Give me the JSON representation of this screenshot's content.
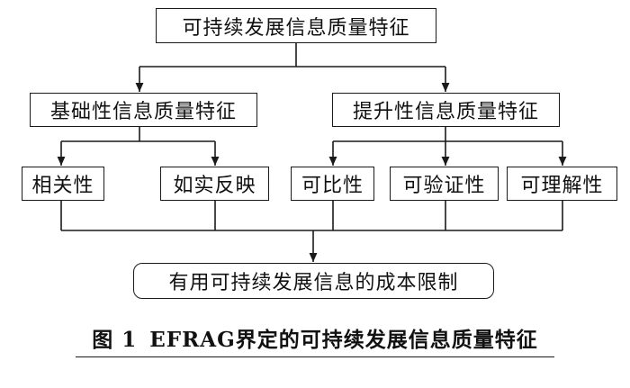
{
  "diagram": {
    "root": "可持续发展信息质量特征",
    "basic": {
      "label": "基础性信息质量特征",
      "children": [
        "相关性",
        "如实反映"
      ]
    },
    "enhancing": {
      "label": "提升性信息质量特征",
      "children": [
        "可比性",
        "可验证性",
        "可理解性"
      ]
    },
    "constraint": "有用可持续发展信息的成本限制"
  },
  "caption": {
    "figure_number": "图 1",
    "text": "EFRAG界定的可持续发展信息质量特征"
  },
  "colors": {
    "line": "#1a1a1a",
    "background": "#ffffff"
  }
}
